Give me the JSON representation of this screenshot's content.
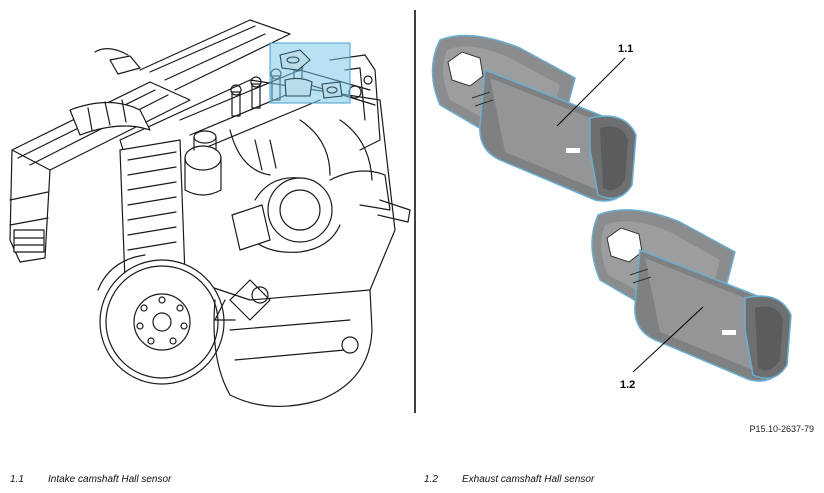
{
  "figure": {
    "callouts": [
      "1.1",
      "1.2"
    ],
    "figure_id": "P15.10-2637-79",
    "highlight_color": "#7ec8ea",
    "sensor_color": "#808284"
  },
  "legend": [
    {
      "number": "1.1",
      "text": "Intake camshaft Hall sensor"
    },
    {
      "number": "1.2",
      "text": "Exhaust camshaft Hall sensor"
    }
  ]
}
